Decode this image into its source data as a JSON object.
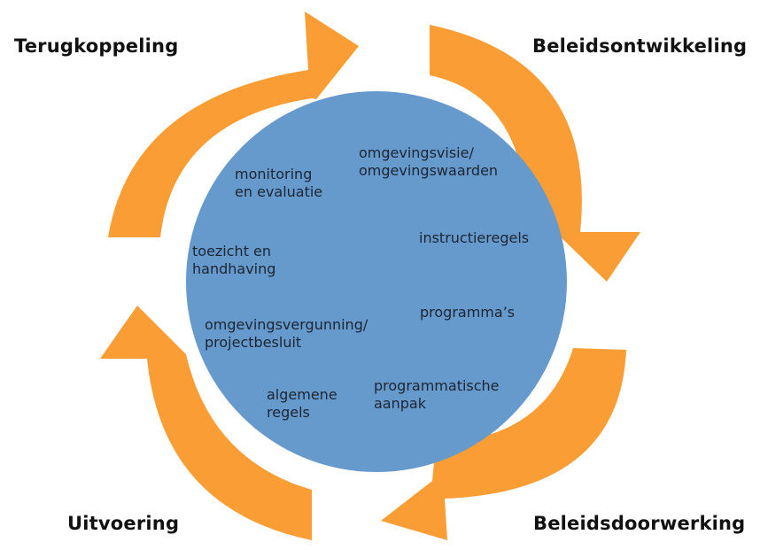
{
  "colors": {
    "arrow": "#FA9D34",
    "circle": "#6699CC",
    "label_text": "#111111",
    "instrument_text": "#1C2633"
  },
  "phases": {
    "terugkoppeling": "Terugkoppeling",
    "beleidsontwikkeling": "Beleidsontwikkeling",
    "beleidsdoorwerking": "Beleidsdoorwerking",
    "uitvoering": "Uitvoering"
  },
  "instruments": {
    "monitoring": "monitoring\nen evaluatie",
    "omgevingsvisie": "omgevingsvisie/\nomgevingswaarden",
    "instructieregels": "instructieregels",
    "toezicht": "toezicht en\nhandhaving",
    "programmas": "programma’s",
    "omgevingsvergunning": "omgevingsvergunning/\nprojectbesluit",
    "programmatische_aanpak": "programmatische\naanpak",
    "algemene_regels": "algemene\nregels"
  }
}
